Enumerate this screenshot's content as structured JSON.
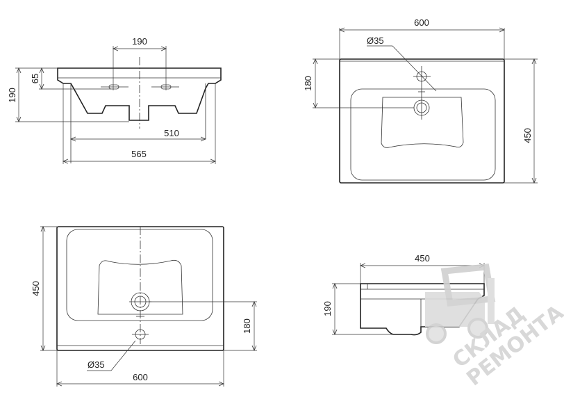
{
  "views": {
    "front": {
      "width_top": "190",
      "height_side": "65",
      "height_total": "190",
      "width_inner": "510",
      "width_outer": "565"
    },
    "top_right": {
      "width": "600",
      "hole_dia": "Ø35",
      "offset": "180",
      "depth": "450"
    },
    "top_left": {
      "depth": "450",
      "offset": "180",
      "hole_dia": "Ø35",
      "width": "600"
    },
    "side": {
      "depth": "450",
      "height": "190"
    }
  },
  "watermark": {
    "line1": "СКЛАД",
    "line2": "РЕМОНТА"
  }
}
